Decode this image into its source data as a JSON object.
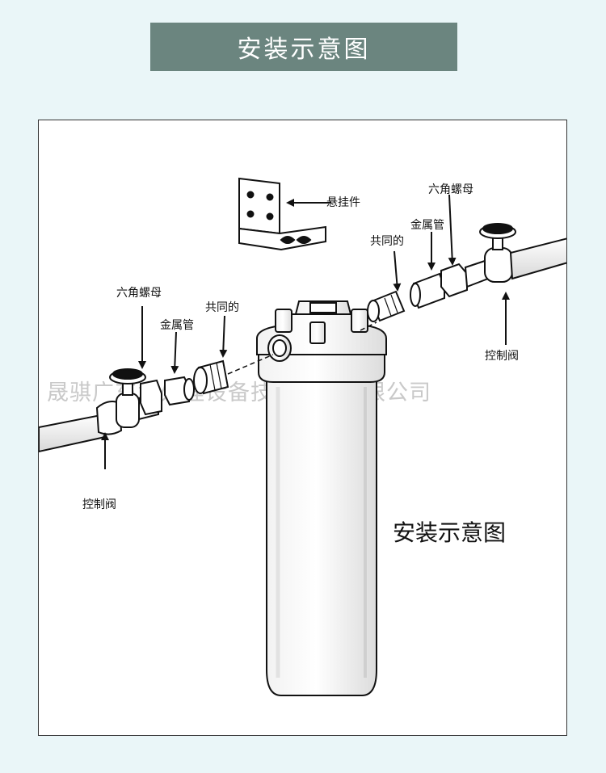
{
  "header": {
    "title": "安装示意图"
  },
  "diagram": {
    "watermark": "晟骐广东水处理设备技术开发有限公司",
    "caption": "安装示意图",
    "labels": {
      "bracket": "悬挂件",
      "left_hex_nut": "六角螺母",
      "left_metal_pipe": "金属管",
      "left_common": "共同的",
      "left_valve": "控制阀",
      "right_hex_nut": "六角螺母",
      "right_metal_pipe": "金属管",
      "right_common": "共同的",
      "right_valve": "控制阀"
    }
  },
  "colors": {
    "header_bg": "#6b857f",
    "page_bg": "#eaf6f8"
  }
}
